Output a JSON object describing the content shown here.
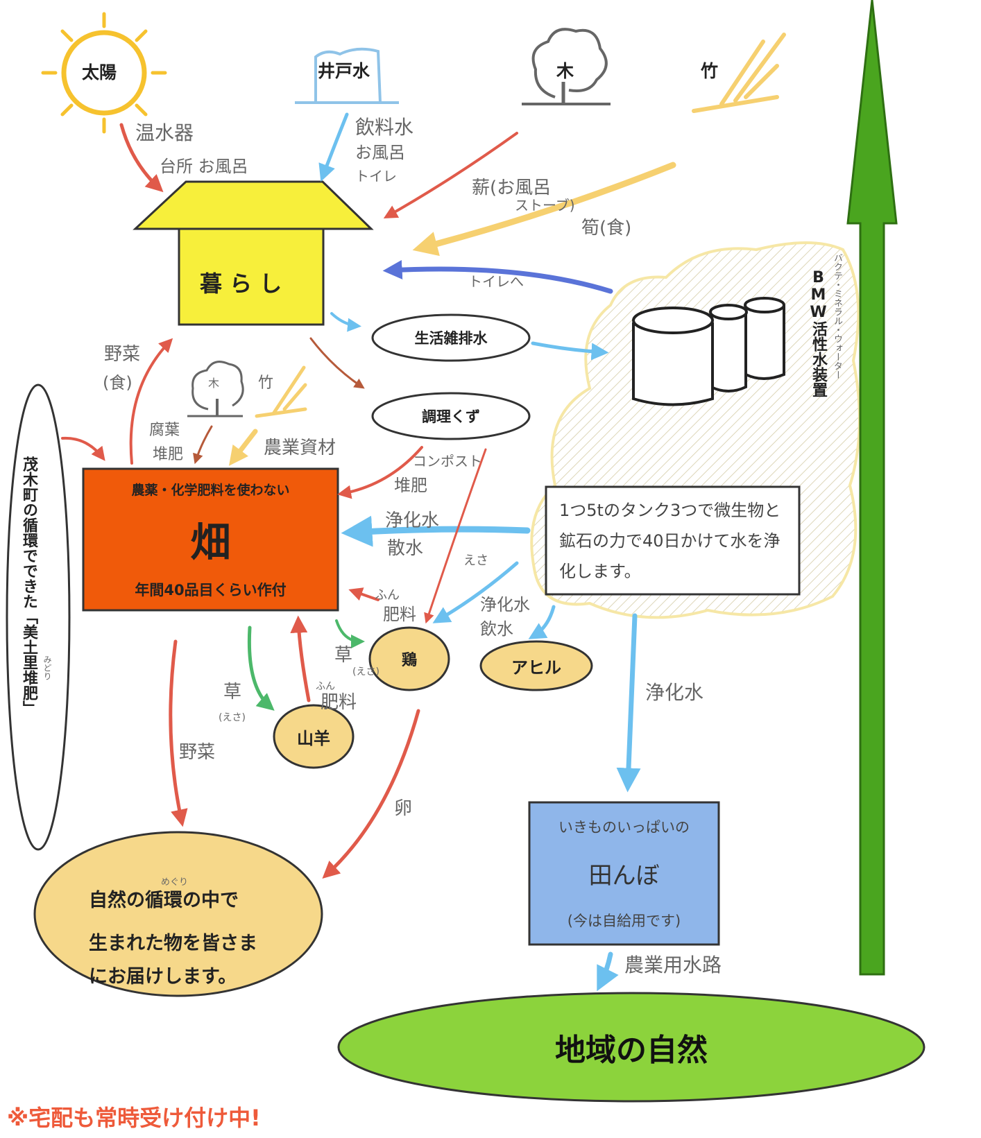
{
  "sources": {
    "sun": "太陽",
    "well_water": "井戸水",
    "tree": "木",
    "bamboo": "竹"
  },
  "flows": {
    "water_heater": "温水器",
    "kitchen_bath": "台所 お風呂",
    "drinking_water": "飲料水",
    "bath": "お風呂",
    "toilet": "トイレ",
    "firewood": "薪(お風呂",
    "stove": "ストーブ)",
    "bamboo_shoot": "筍(食)",
    "to_toilet": "トイレへ",
    "vegetables_food_1": "野菜",
    "vegetables_food_2": "(食)",
    "leaf_mold_1": "腐葉",
    "leaf_mold_2": "堆肥",
    "farm_material": "農業資材",
    "compost_1": "コンポスト",
    "compost_2": "堆肥",
    "purified_1": "浄化水",
    "sprinkle": "散水",
    "feed": "えさ",
    "manure_1": "ふん",
    "manure_2": "肥料",
    "purified_2": "浄化水",
    "drink": "飲水",
    "grass_feed_1": "草",
    "grass_feed_1_note": "(えさ)",
    "grass_feed_2": "草",
    "grass_feed_2_note": "(えさ)",
    "manure_3": "ふん",
    "manure_4": "肥料",
    "vegetables": "野菜",
    "eggs": "卵",
    "purified_3": "浄化水",
    "agri_channel": "農業用水路"
  },
  "nodes": {
    "living": "暮 ら し",
    "greywater": "生活雑排水",
    "kitchen_waste": "調理くず",
    "small_tree": "木",
    "small_bamboo": "竹",
    "field_top": "農薬・化学肥料を使わない",
    "field_main": "畑",
    "field_bottom": "年間40品目くらい作付",
    "chicken": "鶏",
    "duck": "アヒル",
    "goat": "山羊",
    "bmw_device": "BMW活性水装置",
    "bmw_sub": "バクテ・ミネラル・ウォーター",
    "bmw_note": "1つ5tのタンク3つで微生物と鉱石の力で40日かけて水を浄化します。",
    "paddy_top": "いきものいっぱいの",
    "paddy_main": "田んぼ",
    "paddy_bottom": "(今は自給用です)",
    "compost_side": "茂木町の循環でできた「美土里堆肥」",
    "compost_side_ruby": "みどり",
    "nature_line1": "自然の循環の中で",
    "nature_ruby": "めぐり",
    "nature_line2": "生まれた物を皆さま",
    "nature_line3": "にお届けします。",
    "local_nature": "地域の自然",
    "delivery": "※宅配も常時受け付け中!"
  },
  "colors": {
    "sun": "#f6c22e",
    "well": "#8fc3e8",
    "house": "#f7ef3b",
    "field": "#f05a0a",
    "paddy": "#8fb6ea",
    "animal": "#f6d88a",
    "nature_ellipse": "#8cd33c",
    "big_arrow": "#4aa51f",
    "red_arrow": "#e05a4a",
    "blue_arrow": "#6cc0ef",
    "delivery_text": "#ee5a3a"
  }
}
